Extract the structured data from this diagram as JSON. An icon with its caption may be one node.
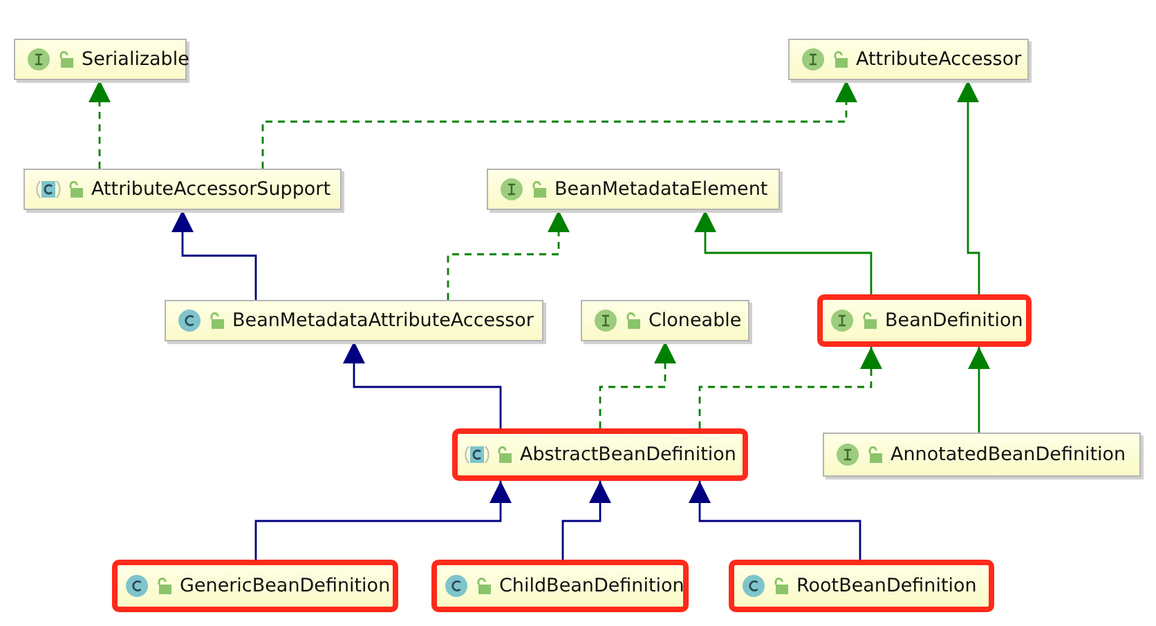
{
  "diagram": {
    "nodes": [
      {
        "text": [
          "Serializable"
        ]
      },
      {
        "text": [
          "AttributeAccessor"
        ]
      },
      {
        "text": [
          "AttributeAccessorSupport"
        ]
      },
      {
        "text": [
          "BeanMetadataElement"
        ]
      },
      {
        "text": [
          "BeanMetadataAttributeAccessor"
        ]
      },
      {
        "text": [
          "Cloneable"
        ]
      },
      {
        "text": [
          "BeanDefinition"
        ]
      },
      {
        "text": [
          "AbstractBeanDefinition"
        ]
      },
      {
        "text": [
          "AnnotatedBeanDefinition"
        ]
      },
      {
        "text": [
          "GenericBeanDefinition"
        ]
      },
      {
        "text": [
          "ChildBeanDefinition"
        ]
      },
      {
        "text": [
          "RootBeanDefinition"
        ]
      }
    ],
    "edges": [
      {
        "from": 2,
        "to": 0,
        "arrow": "to",
        "style": "dashed"
      },
      {
        "from": 2,
        "to": 1,
        "arrow": "to",
        "style": "dashed"
      },
      {
        "from": 4,
        "to": 2,
        "arrow": "to",
        "color": "#000080"
      },
      {
        "from": 4,
        "to": 3,
        "arrow": "to",
        "style": "dashed"
      },
      {
        "from": 6,
        "to": 3,
        "arrow": "to"
      },
      {
        "from": 6,
        "to": 1,
        "arrow": "to"
      },
      {
        "from": 7,
        "to": 4,
        "arrow": "to",
        "color": "#000080"
      },
      {
        "from": 7,
        "to": 5,
        "arrow": "to",
        "style": "dashed"
      },
      {
        "from": 7,
        "to": 6,
        "arrow": "to",
        "style": "dashed"
      },
      {
        "from": 8,
        "to": 6,
        "arrow": "to"
      },
      {
        "from": 9,
        "to": 7,
        "arrow": "to",
        "color": "#000080"
      },
      {
        "from": 10,
        "to": 7,
        "arrow": "to",
        "color": "#000080"
      },
      {
        "from": 11,
        "to": 7,
        "arrow": "to",
        "color": "#000080"
      }
    ]
  }
}
